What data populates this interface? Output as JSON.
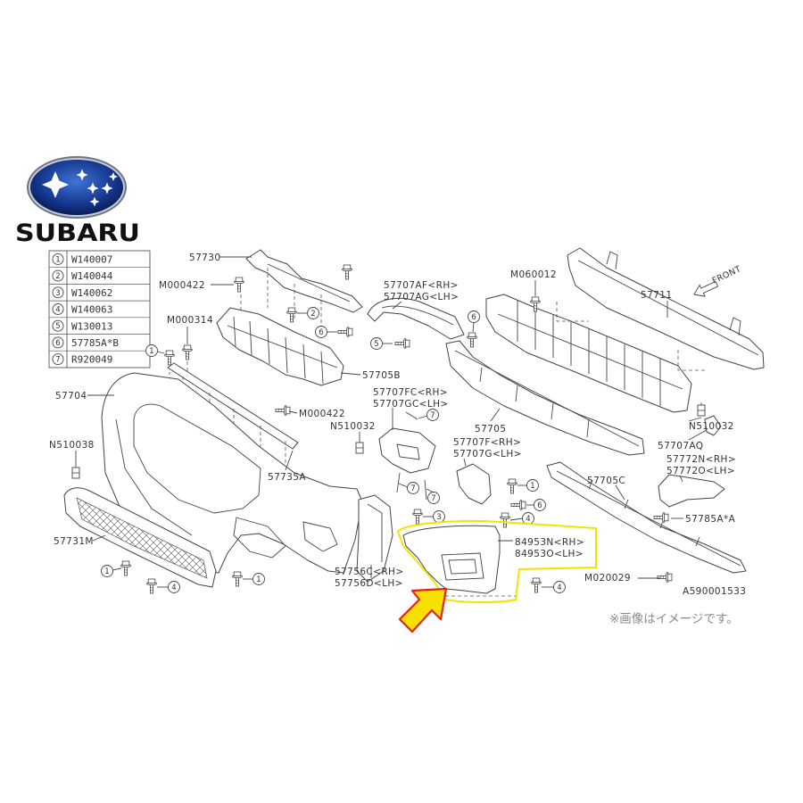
{
  "brand": {
    "logo_text": "SUBARU"
  },
  "legend": [
    {
      "num": "1",
      "code": "W140007"
    },
    {
      "num": "2",
      "code": "W140044"
    },
    {
      "num": "3",
      "code": "W140062"
    },
    {
      "num": "4",
      "code": "W140063"
    },
    {
      "num": "5",
      "code": "W130013"
    },
    {
      "num": "6",
      "code": "57785A*B"
    },
    {
      "num": "7",
      "code": "R920049"
    }
  ],
  "labels": {
    "p57730": "57730",
    "m000422_a": "M000422",
    "m000314": "M000314",
    "p57704": "57704",
    "n510038": "N510038",
    "p57731m": "57731M",
    "p57735a": "57735A",
    "p57705b": "57705B",
    "m000422_b": "M000422",
    "n510032_a": "N510032",
    "p57707af": "57707AF<RH>",
    "p57707ag": "57707AG<LH>",
    "p57707fc": "57707FC<RH>",
    "p57707gc": "57707GC<LH>",
    "p57707f": "57707F<RH>",
    "p57707g": "57707G<LH>",
    "p57705": "57705",
    "p57756c": "57756C<RH>",
    "p57756d": "57756D<LH>",
    "p84953n": "84953N<RH>",
    "p84953o": "84953O<LH>",
    "m060012": "M060012",
    "p57711": "57711",
    "front": "FRONT",
    "n510032_b": "N510032",
    "p57707aq": "57707AQ",
    "p57772n": "57772N<RH>",
    "p57772o": "57772O<LH>",
    "p57705c": "57705C",
    "p57785aa": "57785A*A",
    "m020029": "M020029",
    "diagram_id": "A590001533"
  },
  "note": "※画像はイメージです。",
  "colors": {
    "highlight": "#f2e400",
    "arrow_fill": "#f7e000",
    "arrow_stroke": "#e2231a",
    "logo_blue": "#13338a"
  }
}
